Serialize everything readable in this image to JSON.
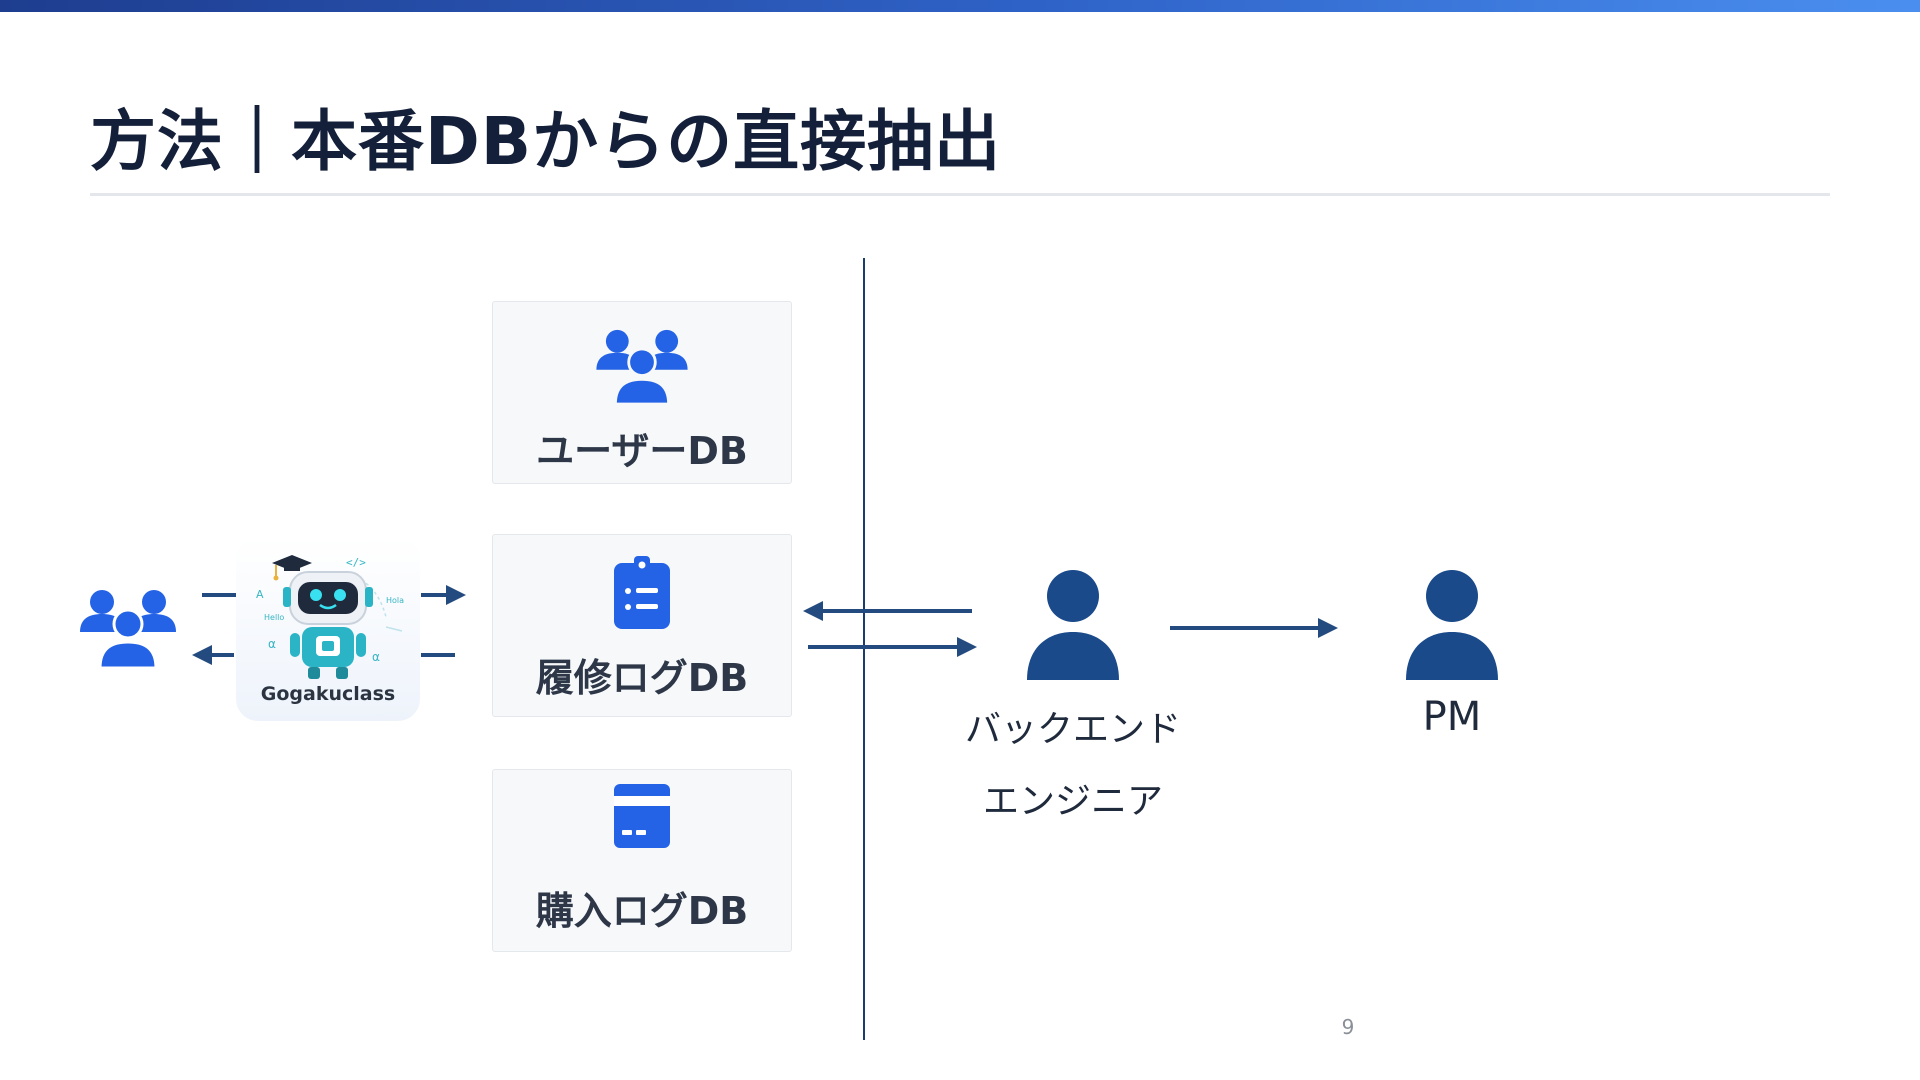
{
  "title": "方法｜本番DBからの直接抽出",
  "colors": {
    "accent_blue": "#2463e5",
    "navy": "#1a4a8a",
    "arrow": "#234b80",
    "title_text": "#14203a"
  },
  "users_group": {
    "icon": "users-icon"
  },
  "app": {
    "name": "Gogakuclass",
    "icon": "robot-mascot-icon"
  },
  "databases": [
    {
      "label": "ユーザーDB",
      "icon": "users-icon"
    },
    {
      "label": "履修ログDB",
      "icon": "clipboard-list-icon"
    },
    {
      "label": "購入ログDB",
      "icon": "credit-card-icon"
    }
  ],
  "roles": [
    {
      "line1": "バックエンド",
      "line2": "エンジニア",
      "icon": "person-icon"
    },
    {
      "line1": "PM",
      "icon": "person-icon"
    }
  ],
  "page_number": "9"
}
